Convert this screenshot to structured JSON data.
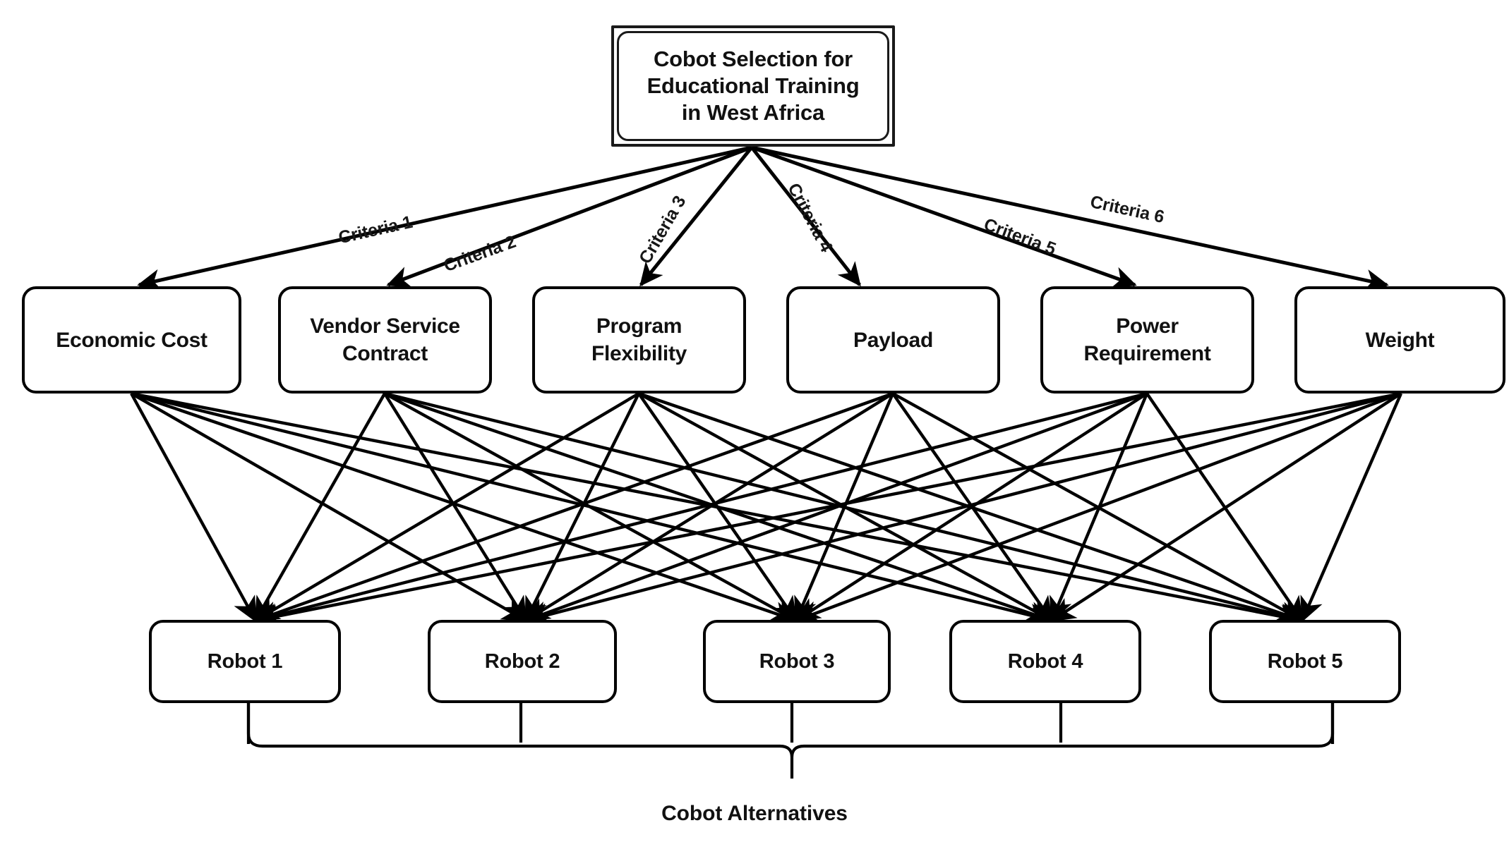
{
  "diagram": {
    "title_text": "Cobot Selection for Educational Training in West Africa",
    "goal": {
      "label": "Cobot Selection for\nEducational Training\nin West Africa",
      "line1": "Cobot Selection for",
      "line2": "Educational Training",
      "line3": "in West Africa"
    },
    "criteria_edge_labels": [
      "Criteria 1",
      "Criteria 2",
      "Criteria 3",
      "Criteria 4",
      "Criteria 5",
      "Criteria 6"
    ],
    "criteria": [
      {
        "id": "economic-cost",
        "label": "Economic Cost",
        "line1": "Economic Cost",
        "line2": ""
      },
      {
        "id": "vendor-service",
        "label": "Vendor Service Contract",
        "line1": "Vendor Service",
        "line2": "Contract"
      },
      {
        "id": "program-flex",
        "label": "Program Flexibility",
        "line1": "Program",
        "line2": "Flexibility"
      },
      {
        "id": "payload",
        "label": "Payload",
        "line1": "Payload",
        "line2": ""
      },
      {
        "id": "power-requirement",
        "label": "Power Requirement",
        "line1": "Power",
        "line2": "Requirement"
      },
      {
        "id": "weight",
        "label": "Weight",
        "line1": "Weight",
        "line2": ""
      }
    ],
    "alternatives": [
      {
        "id": "robot-1",
        "label": "Robot 1"
      },
      {
        "id": "robot-2",
        "label": "Robot 2"
      },
      {
        "id": "robot-3",
        "label": "Robot 3"
      },
      {
        "id": "robot-4",
        "label": "Robot 4"
      },
      {
        "id": "robot-5",
        "label": "Robot 5"
      }
    ],
    "bracket_caption": "Cobot Alternatives",
    "colors": {
      "line": "#000000",
      "text": "#111111",
      "background": "#ffffff"
    }
  },
  "chart_data": {
    "type": "diagram",
    "layout": "hierarchy-ahp",
    "levels": [
      {
        "name": "goal",
        "count": 1
      },
      {
        "name": "criteria",
        "count": 6
      },
      {
        "name": "alternatives",
        "count": 5
      }
    ],
    "goal_to_criteria_edges": 6,
    "criteria_to_alternatives_edges": 30,
    "edge_style": "directed-arrow",
    "complete_bipartite": true
  }
}
